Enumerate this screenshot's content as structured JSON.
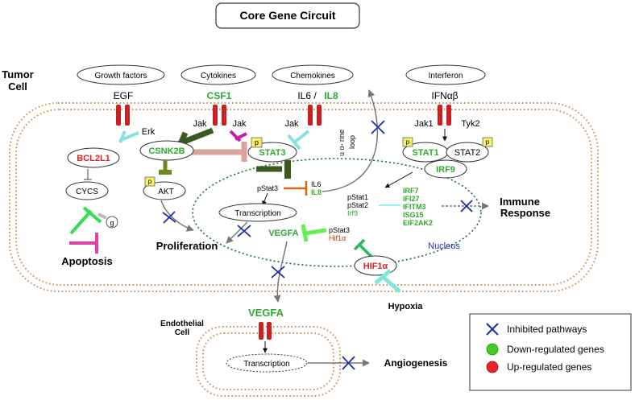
{
  "title": "Core Gene Circuit",
  "labels": {
    "tumor_cell": [
      "Tumor",
      "Cell"
    ],
    "endothelial_cell": [
      "Endothelial",
      "Cell"
    ],
    "apoptosis": "Apoptosis",
    "proliferation": "Proliferation",
    "immune_response": [
      "Immune",
      "Response"
    ],
    "hypoxia": "Hypoxia",
    "angiogenesis": "Angiogenesis",
    "nucleus": "Nucleus",
    "loop": [
      "u o- rine",
      "loop"
    ]
  },
  "ligands": {
    "growth_factors": "Growth factors",
    "cytokines": "Cytokines",
    "chemokines": "Chemokines",
    "interferon": "Interferon"
  },
  "receptors": {
    "egf": "EGF",
    "csf1": "CSF1",
    "il6": "IL6 /",
    "il8": "IL8",
    "ifn": "IFNαβ",
    "vegfa_endo": "VEGFA"
  },
  "proteins": {
    "erk": "Erk",
    "jak_left": "Jak",
    "jak_right": "Jak",
    "jak_il6": "Jak",
    "jak1": "Jak1",
    "tyk2": "Tyk2",
    "csnk2b": "CSNK2B",
    "stat3": "STAT3",
    "stat1": "STAT1",
    "stat2": "STAT2",
    "irf9": "IRF9",
    "bcl2l1": "BCL2L1",
    "cycs": "CYCS",
    "akt": "AKT",
    "p": "p",
    "g": "g",
    "hif1a": "HIF1α"
  },
  "nucleus": {
    "pstat3_top": "pStat3",
    "il6_small": "IL6",
    "il8_small": "IL8",
    "transcription": "Transcription",
    "vegfa": "VEGFA",
    "pstat3_bottom": "pStat3",
    "hif1a_small": "Hif1α",
    "pstat_list": [
      "pStat1",
      "pStat2",
      "Irf9"
    ],
    "isg_list": [
      "IRF7",
      "IFI27",
      "IFITM3",
      "ISG15",
      "EIF2AK2"
    ]
  },
  "endothelial": {
    "transcription": "Transcription"
  },
  "legend": {
    "inhibited": "Inhibited pathways",
    "down": "Down-regulated genes",
    "up": "Up-regulated genes"
  },
  "colors": {
    "down_green": "#2eaa2e",
    "up_red": "#dd2222",
    "receptor_red": "#cc1f1f",
    "inhibit_x_blue": "#1a2fa8",
    "membrane_orange": "#d08a4a",
    "hif_text": "#cc3300"
  }
}
